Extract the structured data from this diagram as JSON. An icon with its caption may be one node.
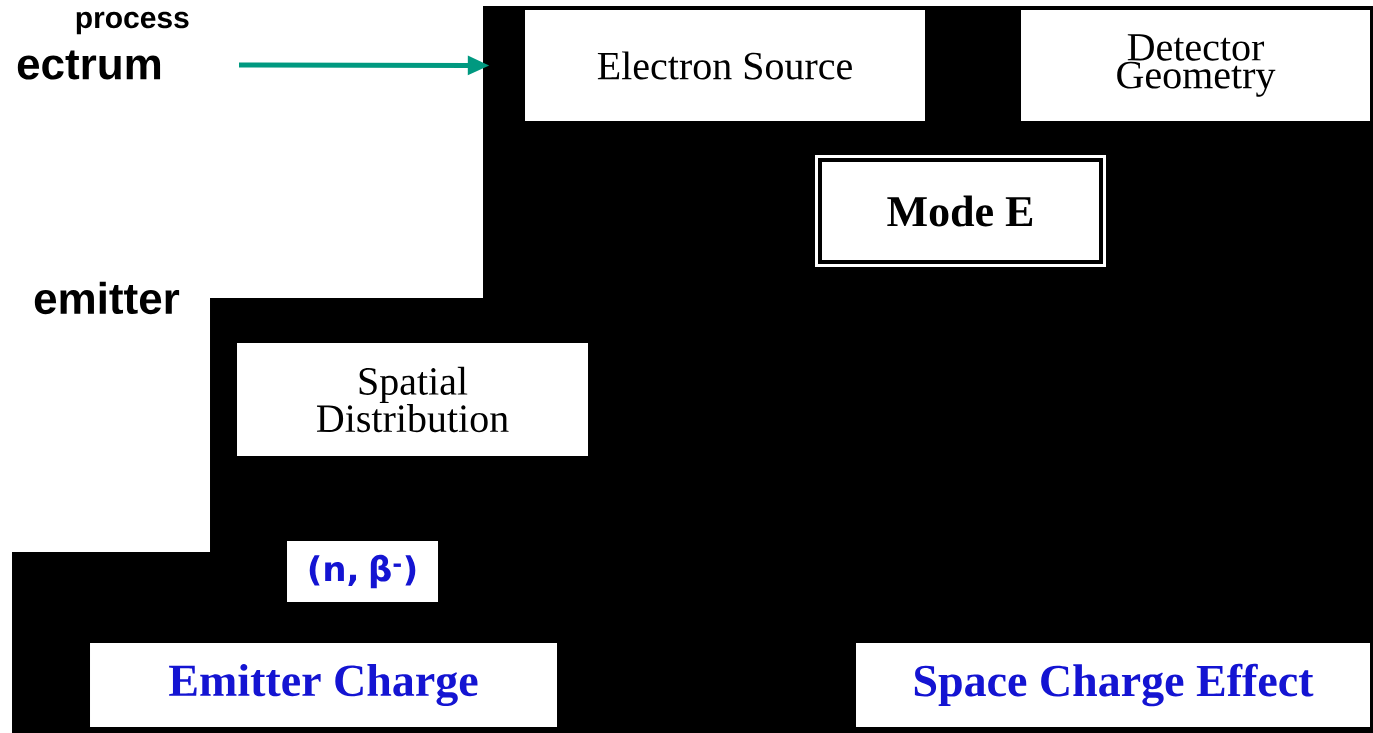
{
  "diagram": {
    "nodes": [
      {
        "text": [
          "ectrum"
        ]
      },
      {
        "text": [
          "Electron Source"
        ]
      },
      {
        "text": [
          "Detector Geometry"
        ]
      },
      {
        "text": [
          "Mode E"
        ]
      },
      {
        "text": [
          "Spatial Distribution"
        ]
      },
      {
        "text": [
          "(n, β$^{-}$)"
        ]
      },
      {
        "text": [
          "Emitter Charge"
        ]
      },
      {
        "text": [
          "Space Charge Effect"
        ]
      }
    ],
    "edges": [
      {
        "from": 0,
        "to": 1,
        "arrow": "to",
        "color": "#009980"
      }
    ],
    "labels": [
      "process",
      "emitter"
    ]
  }
}
